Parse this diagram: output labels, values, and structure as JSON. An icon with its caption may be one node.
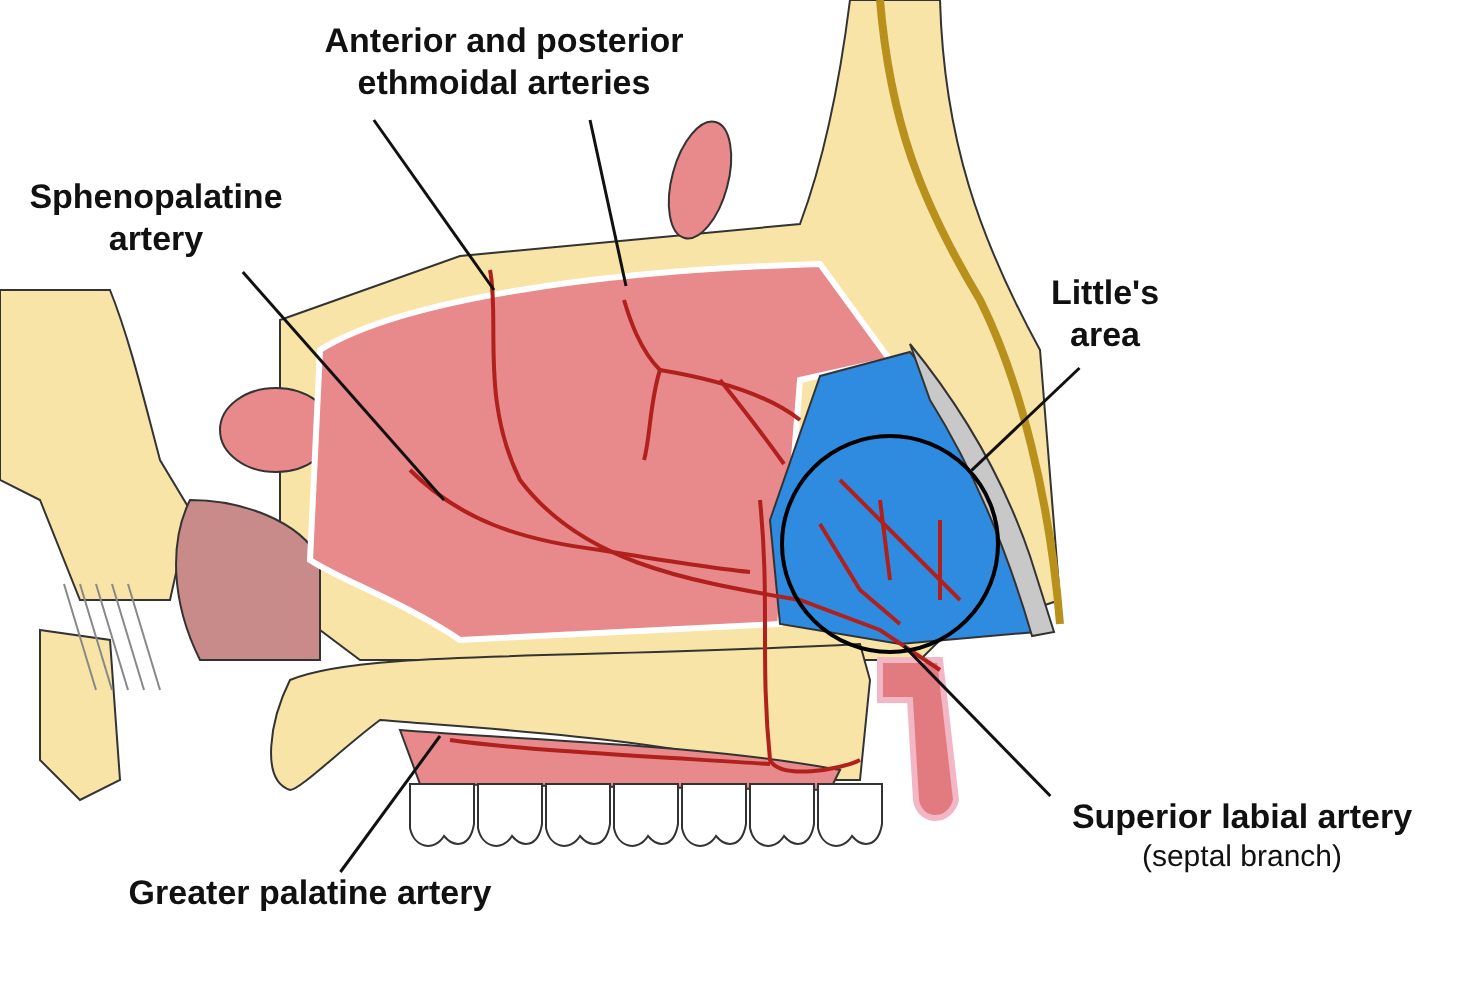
{
  "diagram": {
    "nodes": [
      {
        "text": [
          "Anterior and posterior ethmoidal arteries"
        ]
      },
      {
        "text": [
          "Sphenopalatine artery"
        ]
      },
      {
        "text": [
          "Little's area"
        ]
      },
      {
        "text": [],
        "shape": "circle"
      },
      {
        "text": [
          "Superior labial artery",
          "(septal branch)"
        ]
      },
      {
        "text": [
          "Greater palatine artery"
        ]
      }
    ],
    "edges": [
      {
        "from": 0,
        "to": null,
        "arrow": "none"
      },
      {
        "from": 0,
        "to": null,
        "arrow": "none"
      },
      {
        "from": 1,
        "to": null,
        "arrow": "none"
      },
      {
        "from": 2,
        "to": 3,
        "arrow": "none"
      },
      {
        "from": 4,
        "to": 3,
        "arrow": "none"
      },
      {
        "from": 5,
        "to": null,
        "arrow": "none"
      }
    ]
  }
}
